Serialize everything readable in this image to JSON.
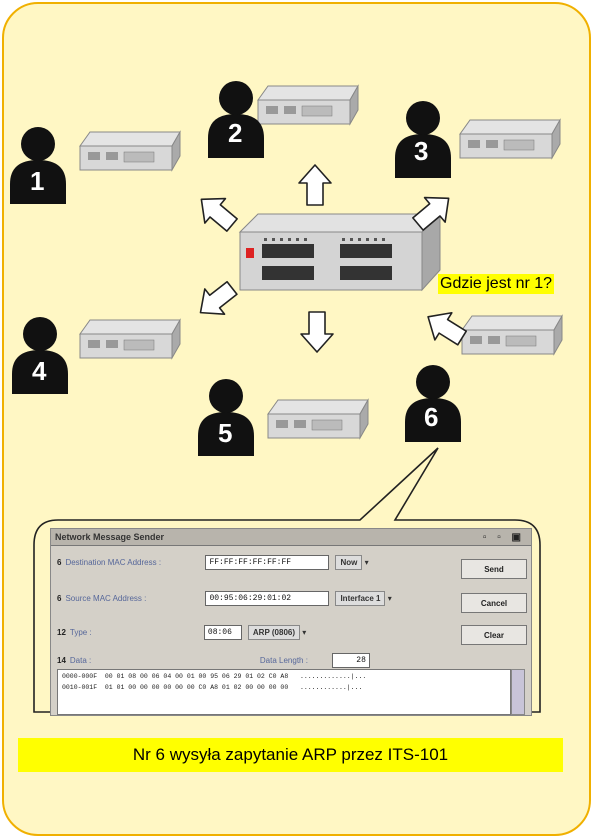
{
  "badges": [
    "1",
    "2",
    "3",
    "4",
    "5",
    "6"
  ],
  "question_callout": "Gdzie jest nr 1?",
  "caption": "Nr 6 wysyła zapytanie ARP przez ITS-101",
  "window": {
    "title": "Network Message Sender",
    "title_buttons": "▫ ▫ ▣",
    "dest_num": "6",
    "dest_label": "Destination MAC Address :",
    "dest_value": "FF:FF:FF:FF:FF:FF",
    "dest_select": "Now",
    "src_num": "6",
    "src_label": "Source MAC Address :",
    "src_value": "00:95:06:29:01:02",
    "src_select": "Interface 1",
    "type_num": "12",
    "type_label": "Type :",
    "type_value": "08:06",
    "type_select": "ARP (0806)",
    "data_num": "14",
    "data_label": "Data :",
    "data_length_label": "Data Length :",
    "data_length_value": "28",
    "send_button": "Send",
    "cancel_button": "Cancel",
    "clear_button": "Clear",
    "hex_line_1": "0000-000F  00 01 08 00 06 04 00 01 00 95 06 29 01 02 C0 A8   .............|...",
    "hex_line_2": "0010-001F  01 01 00 00 00 00 00 00 C0 A8 01 02 00 00 00 00   ............|..."
  },
  "colors": {
    "panel_bg": "#fff7c4",
    "panel_border": "#f0b000",
    "callout_bg": "#ffff00"
  }
}
